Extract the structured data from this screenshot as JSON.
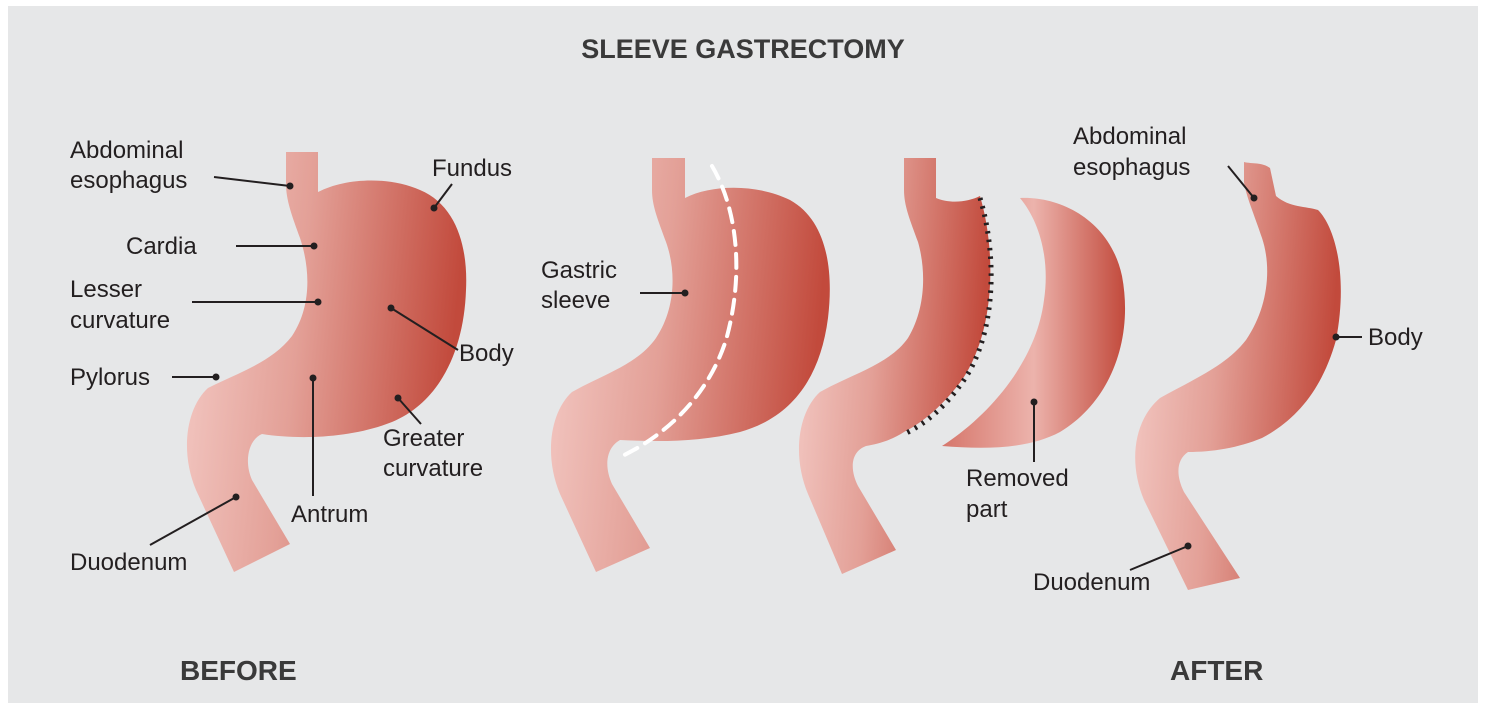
{
  "title": "SLEEVE GASTRECTOMY",
  "phases": {
    "before": "BEFORE",
    "after": "AFTER"
  },
  "colors": {
    "background": "#e6e7e8",
    "stomach_light": "#f2c4c0",
    "stomach_mid": "#de8f84",
    "stomach_dark": "#c24a3c",
    "cut_line": "#ffffff",
    "staple_line": "#231f20"
  },
  "before_labels": {
    "abdominal_esophagus_1": "Abdominal",
    "abdominal_esophagus_2": "esophagus",
    "cardia": "Cardia",
    "lesser_curvature_1": "Lesser",
    "lesser_curvature_2": "curvature",
    "pylorus": "Pylorus",
    "duodenum": "Duodenum",
    "fundus": "Fundus",
    "body": "Body",
    "greater_curvature_1": "Greater",
    "greater_curvature_2": "curvature",
    "antrum": "Antrum"
  },
  "procedure_labels": {
    "gastric_sleeve_1": "Gastric",
    "gastric_sleeve_2": "sleeve",
    "removed_part_1": "Removed",
    "removed_part_2": "part"
  },
  "after_labels": {
    "abdominal_esophagus_1": "Abdominal",
    "abdominal_esophagus_2": "esophagus",
    "body": "Body",
    "duodenum": "Duodenum"
  }
}
